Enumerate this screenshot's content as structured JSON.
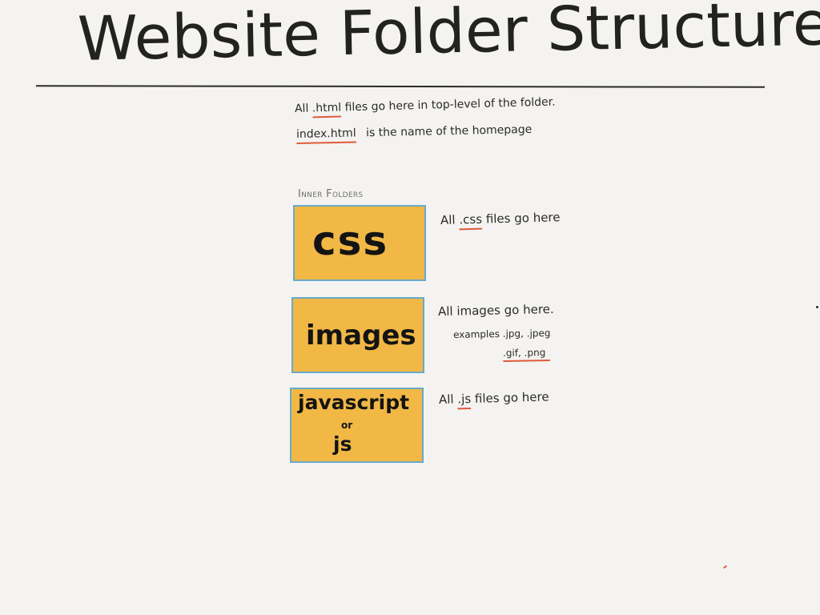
{
  "title": "Website Folder Structure",
  "intro": {
    "line1": {
      "prefix": "All",
      "highlight": ".html",
      "suffix": "files go here in top-level of the folder."
    },
    "line2": {
      "highlight": "index.html",
      "suffix": "is the name of the homepage"
    }
  },
  "inner_folders_label": "Inner Folders",
  "folders": [
    {
      "name": "css",
      "note": {
        "prefix": "All",
        "highlight": ".css",
        "suffix": "files go here"
      }
    },
    {
      "name": "images",
      "note": {
        "line1": "All images go here.",
        "line2": "examples .jpg, .jpeg",
        "line3": ".gif, .png"
      }
    },
    {
      "name_line1": "javascript",
      "name_line2": "or",
      "name_line3": "js",
      "note": {
        "prefix": "All",
        "highlight": ".js",
        "suffix": "files go here"
      }
    }
  ],
  "colors": {
    "background": "#f4f3f1",
    "folder_fill": "#f1b845",
    "folder_border": "#6aa9c9",
    "highlight_underline": "#e05a3a",
    "ink": "#22221e"
  }
}
